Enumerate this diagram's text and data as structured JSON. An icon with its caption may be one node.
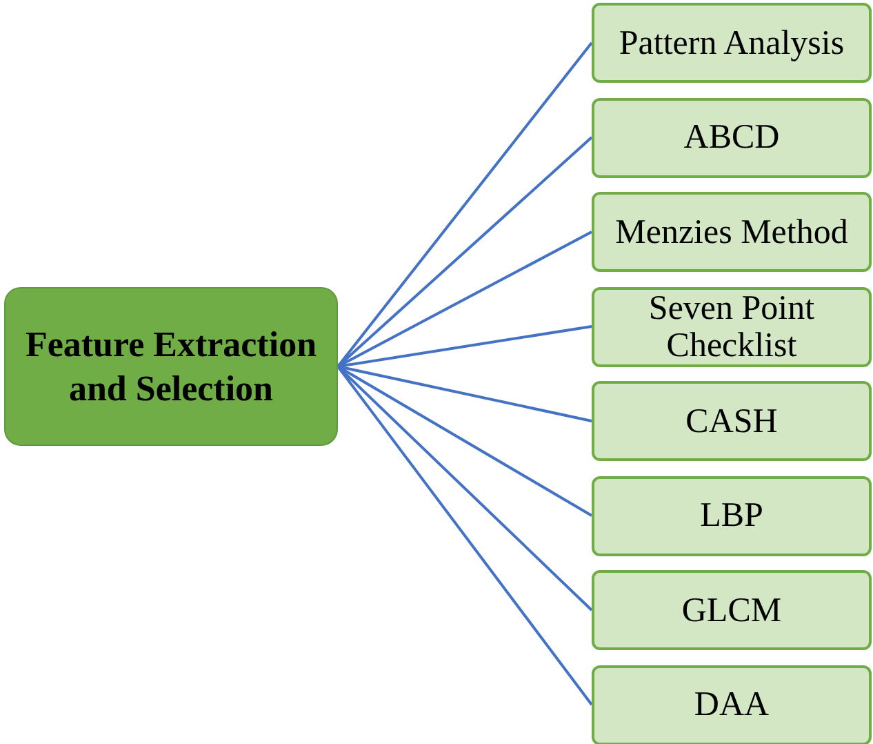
{
  "diagram": {
    "nodes": [
      {
        "text": [
          "Feature Extraction and Selection"
        ]
      },
      {
        "text": [
          "Pattern Analysis"
        ]
      },
      {
        "text": [
          "ABCD"
        ]
      },
      {
        "text": [
          "Menzies Method"
        ]
      },
      {
        "text": [
          "Seven Point Checklist"
        ]
      },
      {
        "text": [
          "CASH"
        ]
      },
      {
        "text": [
          "LBP"
        ]
      },
      {
        "text": [
          "GLCM"
        ]
      },
      {
        "text": [
          "DAA"
        ]
      }
    ],
    "edges": [
      {
        "from": 0,
        "to": 1,
        "arrow": "none"
      },
      {
        "from": 0,
        "to": 2,
        "arrow": "none"
      },
      {
        "from": 0,
        "to": 3,
        "arrow": "none"
      },
      {
        "from": 0,
        "to": 4,
        "arrow": "none"
      },
      {
        "from": 0,
        "to": 5,
        "arrow": "none"
      },
      {
        "from": 0,
        "to": 6,
        "arrow": "none"
      },
      {
        "from": 0,
        "to": 7,
        "arrow": "none"
      },
      {
        "from": 0,
        "to": 8,
        "arrow": "none"
      }
    ]
  }
}
